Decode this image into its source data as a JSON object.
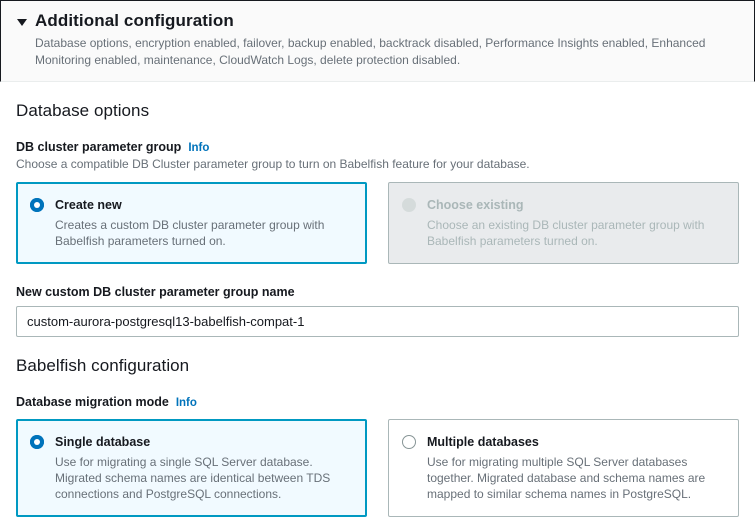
{
  "header": {
    "caret_icon": "caret-down-icon",
    "title": "Additional configuration",
    "summary": "Database options, encryption enabled, failover, backup enabled, backtrack disabled, Performance Insights enabled, Enhanced Monitoring enabled, maintenance, CloudWatch Logs, delete protection disabled."
  },
  "database_options": {
    "heading": "Database options",
    "param_group": {
      "label": "DB cluster parameter group",
      "info_label": "Info",
      "description": "Choose a compatible DB Cluster parameter group to turn on Babelfish feature for your database.",
      "tiles": [
        {
          "title": "Create new",
          "description": "Creates a custom DB cluster parameter group with Babelfish parameters turned on.",
          "state": "selected"
        },
        {
          "title": "Choose existing",
          "description": "Choose an existing DB cluster parameter group with Babelfish parameters turned on.",
          "state": "disabled"
        }
      ]
    },
    "new_group_name": {
      "label": "New custom DB cluster parameter group name",
      "value": "custom-aurora-postgresql13-babelfish-compat-1",
      "placeholder": ""
    }
  },
  "babelfish_configuration": {
    "heading": "Babelfish configuration",
    "migration_mode": {
      "label": "Database migration mode",
      "info_label": "Info",
      "tiles": [
        {
          "title": "Single database",
          "description": "Use for migrating a single SQL Server database. Migrated schema names are identical between TDS connections and PostgreSQL connections.",
          "state": "selected"
        },
        {
          "title": "Multiple databases",
          "description": "Use for migrating multiple SQL Server databases together. Migrated database and schema names are mapped to similar schema names in PostgreSQL.",
          "state": "unselected"
        }
      ]
    }
  },
  "colors": {
    "accent_blue": "#0073bb",
    "selected_border": "#0099c2",
    "selected_bg": "#f1faff",
    "disabled_bg": "#e9ebed",
    "muted_text": "#687078",
    "dark_text": "#16191f"
  }
}
